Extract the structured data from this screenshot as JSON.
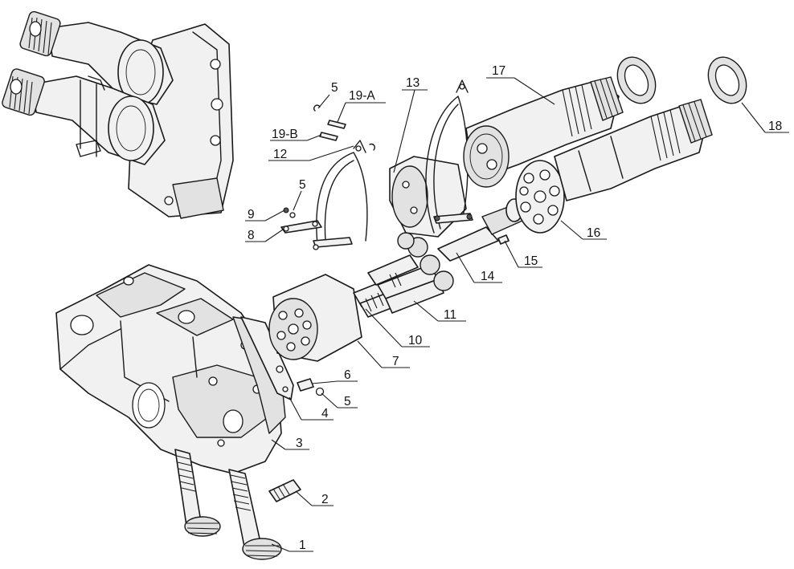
{
  "callouts": [
    {
      "id": "c1",
      "label": "1"
    },
    {
      "id": "c2",
      "label": "2"
    },
    {
      "id": "c3",
      "label": "3"
    },
    {
      "id": "c4",
      "label": "4"
    },
    {
      "id": "c5a",
      "label": "5"
    },
    {
      "id": "c5b",
      "label": "5"
    },
    {
      "id": "c5c",
      "label": "5"
    },
    {
      "id": "c6",
      "label": "6"
    },
    {
      "id": "c7",
      "label": "7"
    },
    {
      "id": "c8",
      "label": "8"
    },
    {
      "id": "c9",
      "label": "9"
    },
    {
      "id": "c10",
      "label": "10"
    },
    {
      "id": "c11",
      "label": "11"
    },
    {
      "id": "c12",
      "label": "12"
    },
    {
      "id": "c13",
      "label": "13"
    },
    {
      "id": "c14",
      "label": "14"
    },
    {
      "id": "c15",
      "label": "15"
    },
    {
      "id": "c16",
      "label": "16"
    },
    {
      "id": "c17",
      "label": "17"
    },
    {
      "id": "c18",
      "label": "18"
    },
    {
      "id": "c19a",
      "label": "19-A"
    },
    {
      "id": "c19b",
      "label": "19-B"
    }
  ]
}
